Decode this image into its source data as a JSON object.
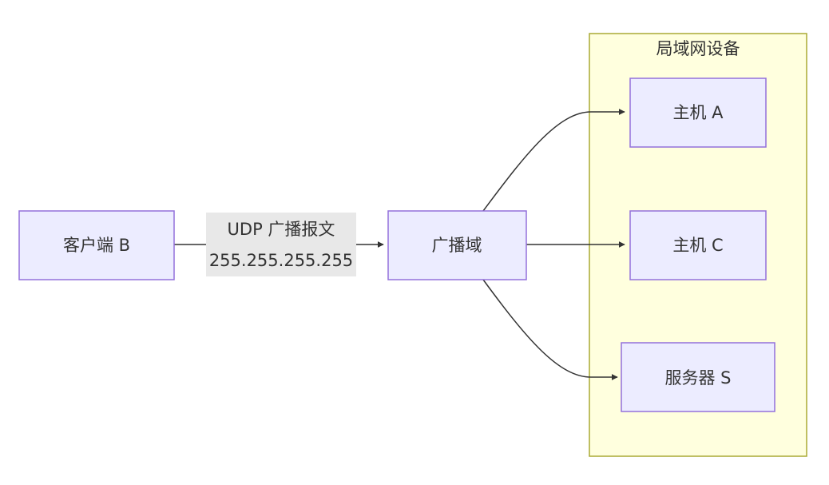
{
  "diagram": {
    "type": "flowchart",
    "direction": "LR",
    "subgraph": {
      "id": "lan",
      "label": "局域网设备"
    },
    "nodes": [
      {
        "id": "client_b",
        "label": "客户端 B"
      },
      {
        "id": "broadcast_domain",
        "label": "广播域"
      },
      {
        "id": "host_a",
        "label": "主机 A",
        "subgraph": "lan"
      },
      {
        "id": "host_c",
        "label": "主机 C",
        "subgraph": "lan"
      },
      {
        "id": "server_s",
        "label": "服务器 S",
        "subgraph": "lan"
      }
    ],
    "edges": [
      {
        "from": "client_b",
        "to": "broadcast_domain",
        "label_line1": "UDP 广播报文",
        "label_line2": "255.255.255.255"
      },
      {
        "from": "broadcast_domain",
        "to": "host_a"
      },
      {
        "from": "broadcast_domain",
        "to": "host_c"
      },
      {
        "from": "broadcast_domain",
        "to": "server_s"
      }
    ],
    "colors": {
      "node_fill": "#ECECFF",
      "node_stroke": "#9370DB",
      "cluster_fill": "#FFFFDE",
      "cluster_stroke": "#AAAA33",
      "edge": "#333333",
      "edge_label_bg": "#e8e8e8",
      "text": "#333333"
    }
  }
}
